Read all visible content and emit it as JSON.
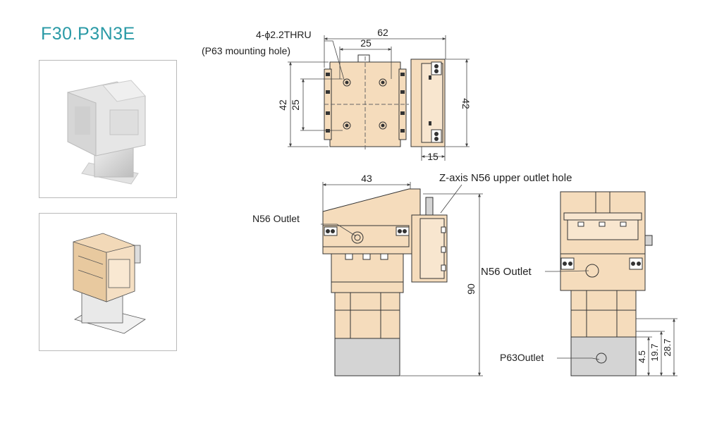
{
  "title": "F30.P3N3E",
  "colors": {
    "accent_title": "#2a9aa6",
    "body_fill": "#f5dcbc",
    "body_stroke": "#333333",
    "motor_fill": "#d4d4d4",
    "dim_line": "#444444"
  },
  "callouts": {
    "hole_spec": "4-ϕ2.2THRU",
    "hole_spec_sub": "(P63 mounting hole)",
    "z_axis_outlet": "Z-axis N56 upper outlet hole",
    "n56_outlet_front": "N56 Outlet",
    "n56_outlet_side": "N56 Outlet",
    "p63_outlet": "P63Outlet"
  },
  "dimensions": {
    "top_width": "62",
    "top_inner_width": "25",
    "top_left_height": "42",
    "top_inner_height": "25",
    "top_right_height": "42",
    "top_side_depth": "15",
    "front_width": "43",
    "front_height": "90",
    "side_d1": "4.5",
    "side_d2": "19.7",
    "side_d3": "28.7"
  },
  "icons": {
    "photo1": "stage-photo-icon",
    "photo2": "stage-isometric-icon"
  }
}
